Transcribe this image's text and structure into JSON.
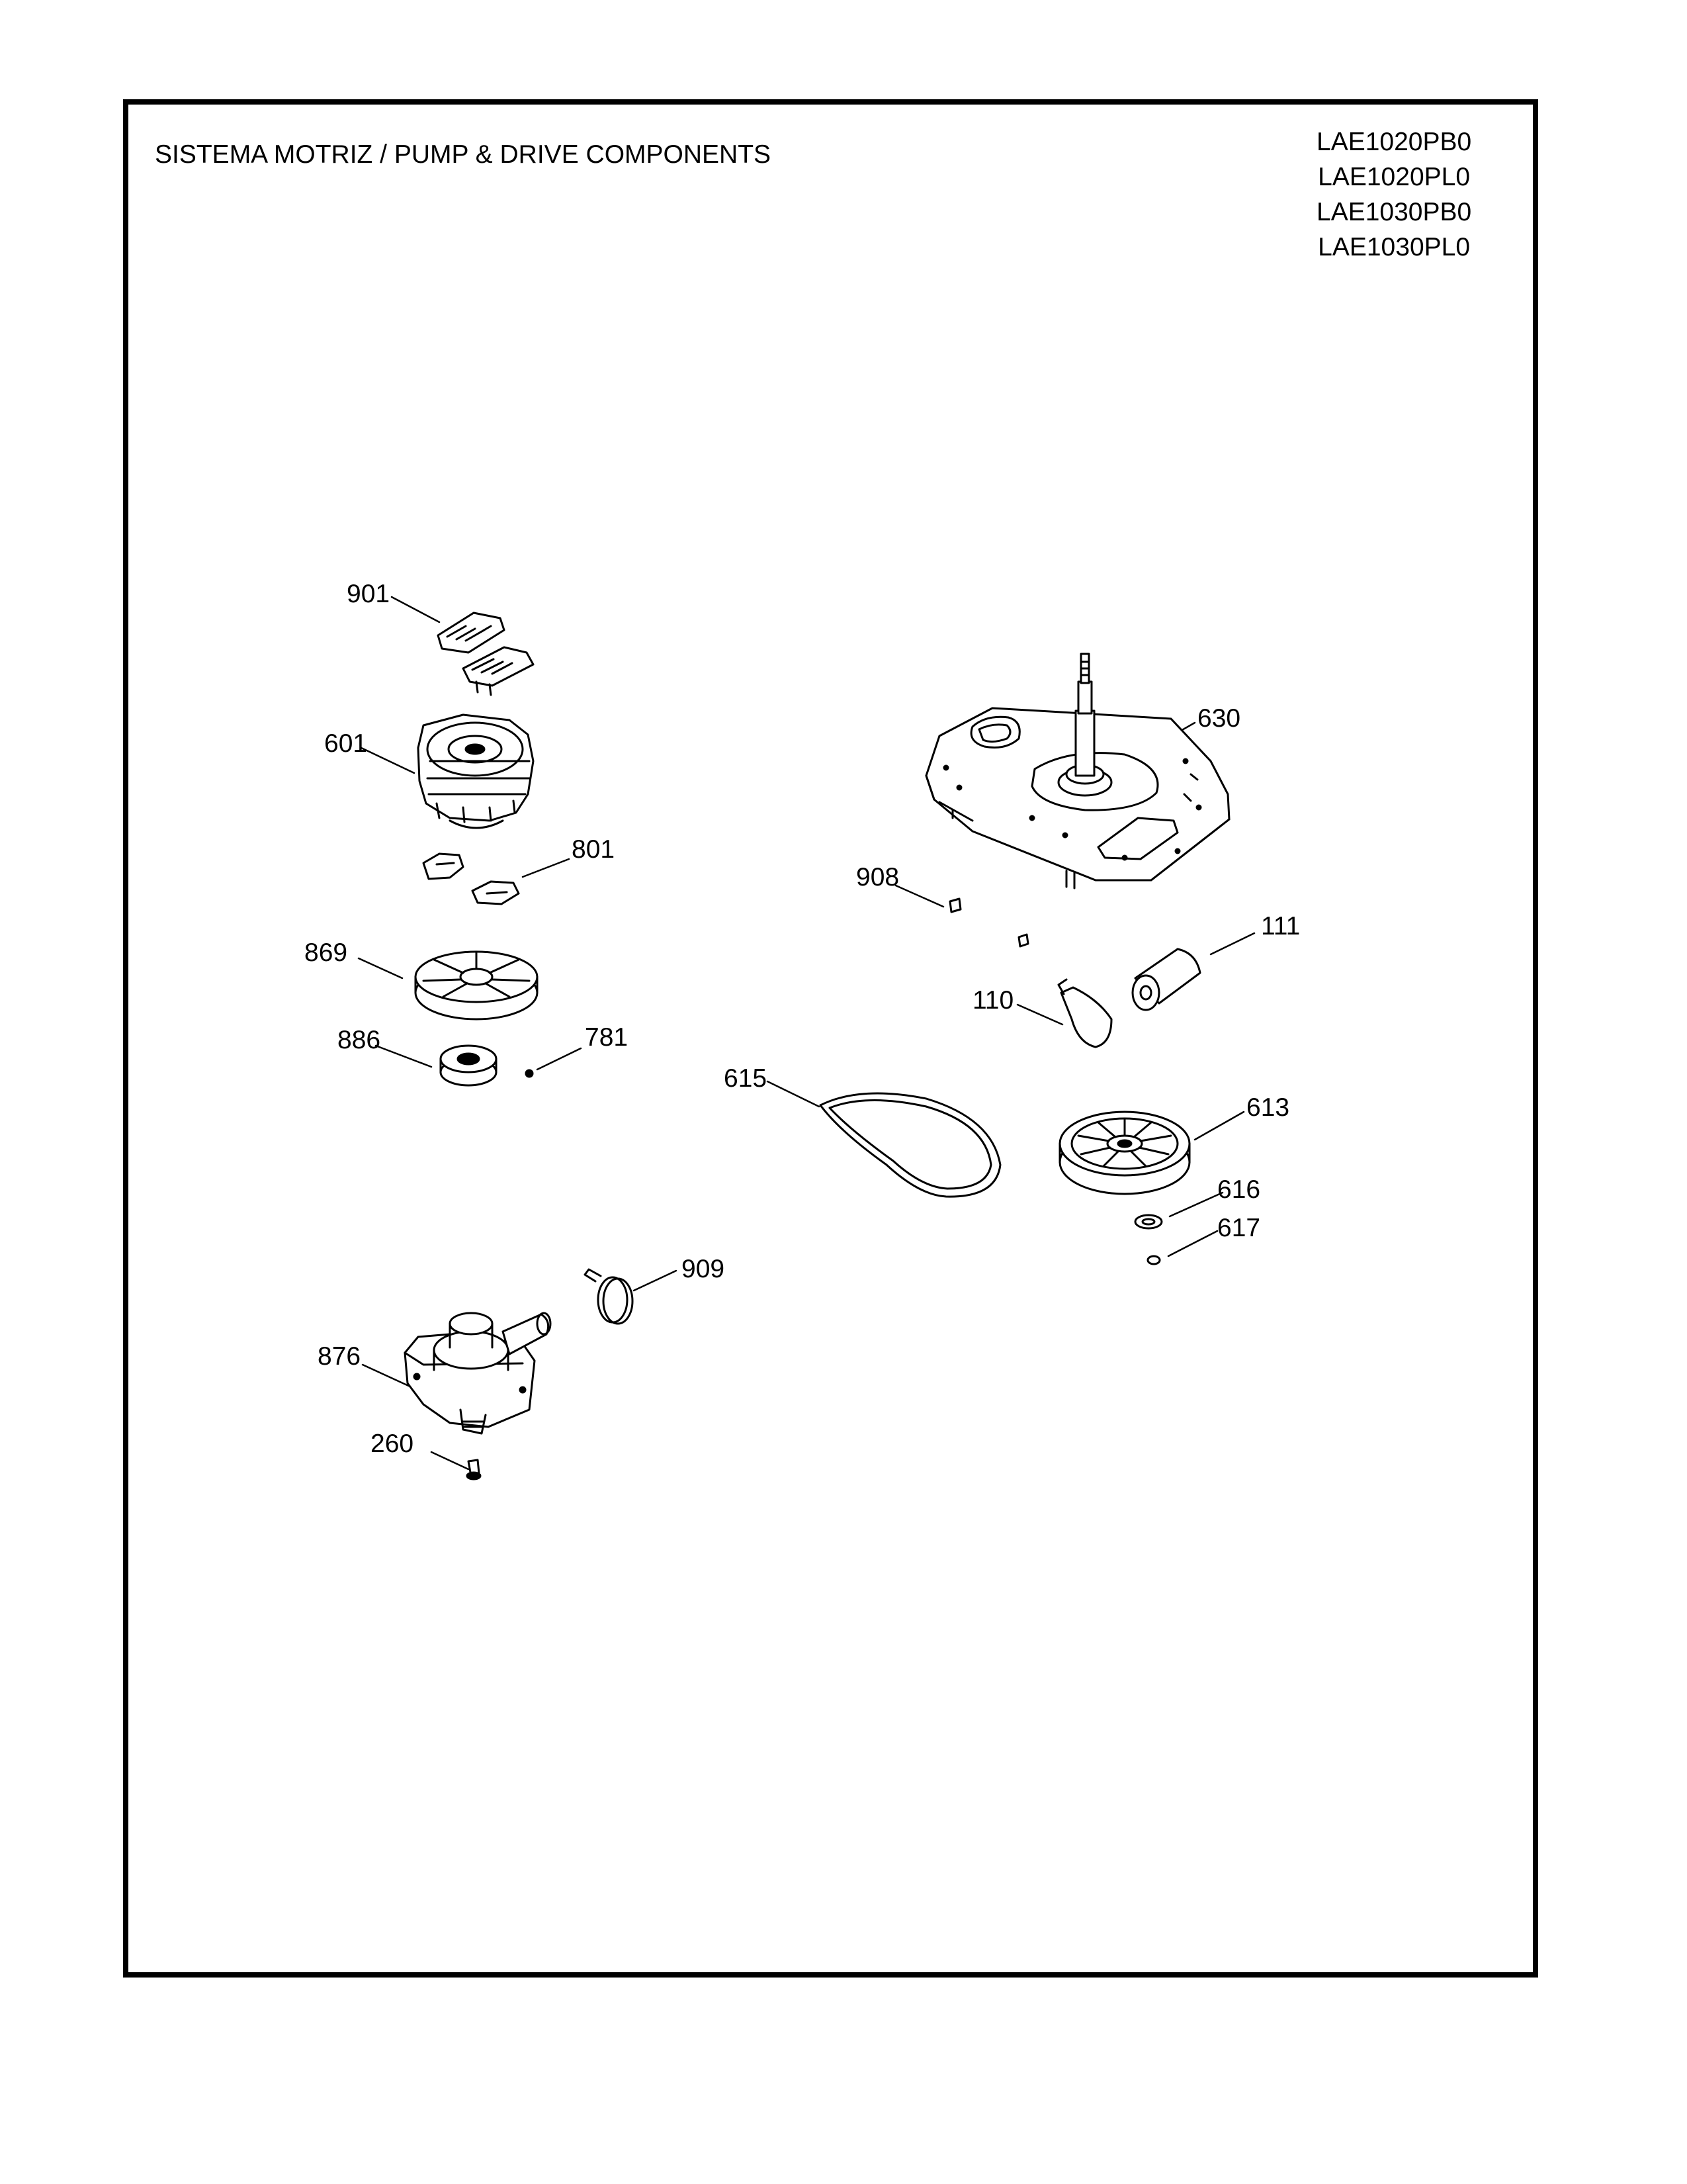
{
  "header": {
    "title": "SISTEMA MOTRIZ / PUMP  &  DRIVE COMPONENTS",
    "models": [
      "LAE1020PB0",
      "LAE1020PL0",
      "LAE1030PB0",
      "LAE1030PL0"
    ]
  },
  "callouts": {
    "p901": "901",
    "p601": "601",
    "p801": "801",
    "p869": "869",
    "p886": "886",
    "p781": "781",
    "p630": "630",
    "p908": "908",
    "p111": "111",
    "p110": "110",
    "p615": "615",
    "p613": "613",
    "p616": "616",
    "p617": "617",
    "p909": "909",
    "p876": "876",
    "p260": "260"
  }
}
